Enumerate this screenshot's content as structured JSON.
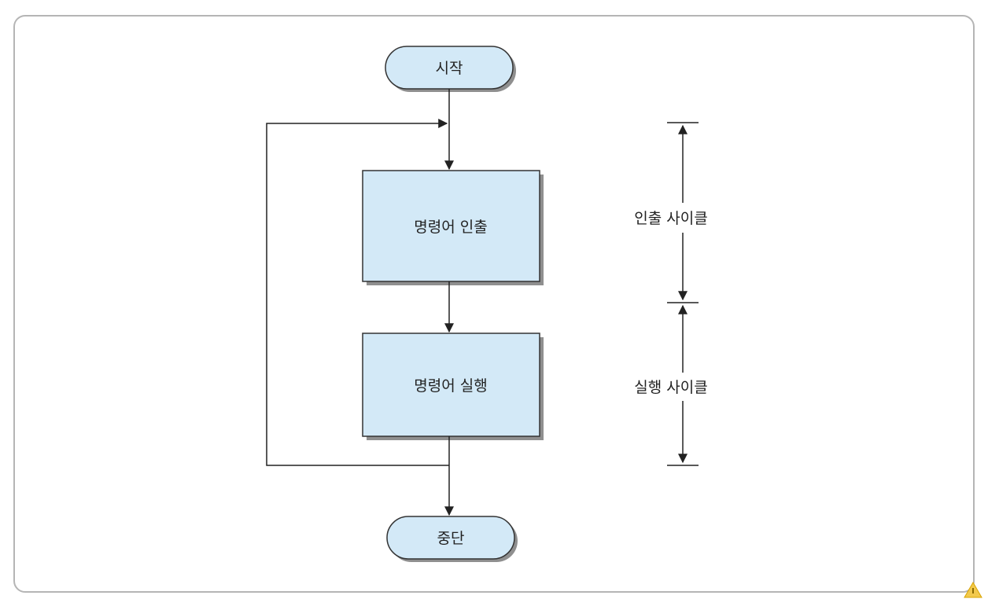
{
  "diagram": {
    "start_label": "시작",
    "fetch_label": "명령어 인출",
    "execute_label": "명령어 실행",
    "halt_label": "중단",
    "fetch_cycle_label": "인출 사이클",
    "execute_cycle_label": "실행 사이클"
  },
  "colors": {
    "node_fill": "#d3e9f7",
    "node_stroke": "#333333",
    "node_shadow": "#8f8f8f",
    "line": "#222222",
    "frame": "#b5b5b5",
    "corner_mark": "#f2c94c"
  },
  "icons": {
    "corner_mark": "warning-triangle-icon"
  }
}
